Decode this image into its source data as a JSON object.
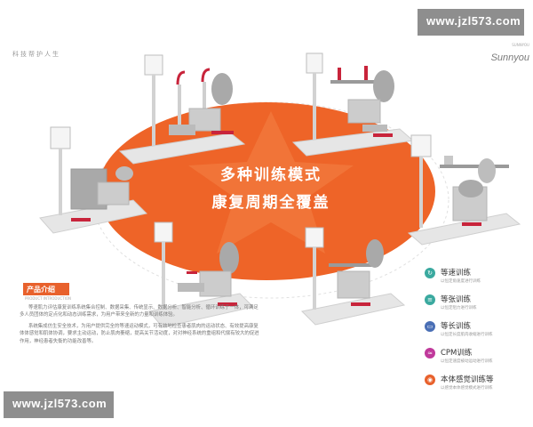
{
  "watermark": {
    "text": "www.jzl573.com"
  },
  "header": {
    "slogan": "科技帮护人生",
    "brand": "Sunnyou",
    "brand_tiny": "SUNNYOU"
  },
  "headline": {
    "line1": "多种训练模式",
    "line2": "康复周期全覆盖"
  },
  "intro": {
    "title": "产品介绍",
    "subtitle": "PRODUCT INTRODUCTION",
    "paragraph1": "等速肌力评估康复训练系统集合控制、数据采集、传统显示、数据分析、智能分析、循环训练于一体，可满足多人员团体的定点化和动态训练需求，为用户带来全新的力量和训练体验。",
    "paragraph2": "系统集成仿生安全技术，为用户提供完全的等速运动模式，可有效地检查患者肌肉的运动状态、有效提高康复体体感觉和肌体协调，要求主动运动，防止肌肉萎缩，提高关节活动度，对对神经系统的重组和代偿有较大的促进作用，神经患者失衡的功能改善等。"
  },
  "modes": [
    {
      "name": "等速训练",
      "desc": "以恒定角速度进行训练",
      "icon": "isokinetic-icon",
      "icon_glyph": "↻",
      "color": "#3aa99f"
    },
    {
      "name": "等张训练",
      "desc": "以恒定阻力进行训练",
      "icon": "isotonic-icon",
      "icon_glyph": "≡",
      "color": "#3aa99f"
    },
    {
      "name": "等长训练",
      "desc": "以恒定长度肌肉收缩进行训练",
      "icon": "isometric-icon",
      "icon_glyph": "▭",
      "color": "#4a6fb5"
    },
    {
      "name": "CPM训练",
      "desc": "以恒定速度被动运动进行训练",
      "icon": "cpm-icon",
      "icon_glyph": "≈",
      "color": "#c0399b"
    },
    {
      "name": "本体感觉训练等",
      "desc": "以感觉本体感觉模式进行训练",
      "icon": "proprioception-icon",
      "icon_glyph": "◉",
      "color": "#e8612c"
    }
  ],
  "colors": {
    "accent": "#e8612c",
    "frame": "#d8d8d8",
    "seat": "#9a9a9a"
  }
}
